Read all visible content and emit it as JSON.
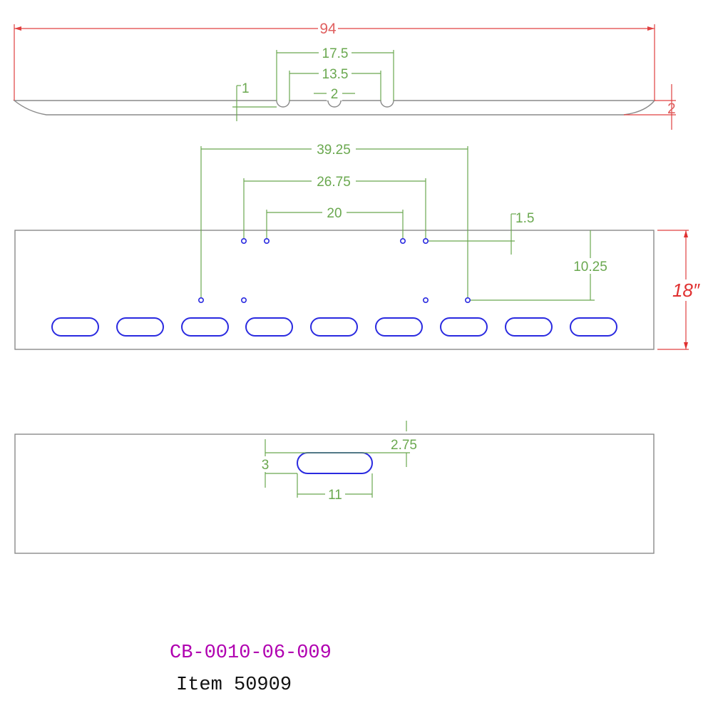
{
  "top_view": {
    "overall_width": "94",
    "height": "2",
    "notch_outer_spacing": "17.5",
    "notch_inner_spacing": "13.5",
    "notch_width": "2",
    "notch_depth": "1"
  },
  "front_view": {
    "outer_holes_spacing": "39.25",
    "upper_holes_outer_spacing": "26.75",
    "upper_holes_inner_spacing": "20",
    "top_hole_offset": "1.5",
    "hole_row_vertical_spacing": "10.25",
    "panel_height": "18″"
  },
  "bottom_view": {
    "slot_top_offset": "2.75",
    "slot_height": "3",
    "slot_length": "11"
  },
  "title_block": {
    "part_number": "CB-0010-06-009",
    "item_number": "Item 50909"
  },
  "colors": {
    "dimension_lines": "#6aa84f",
    "overall_dimensions": "#e04040",
    "cutouts": "#2a2ae0",
    "part_number": "#b000b0"
  }
}
